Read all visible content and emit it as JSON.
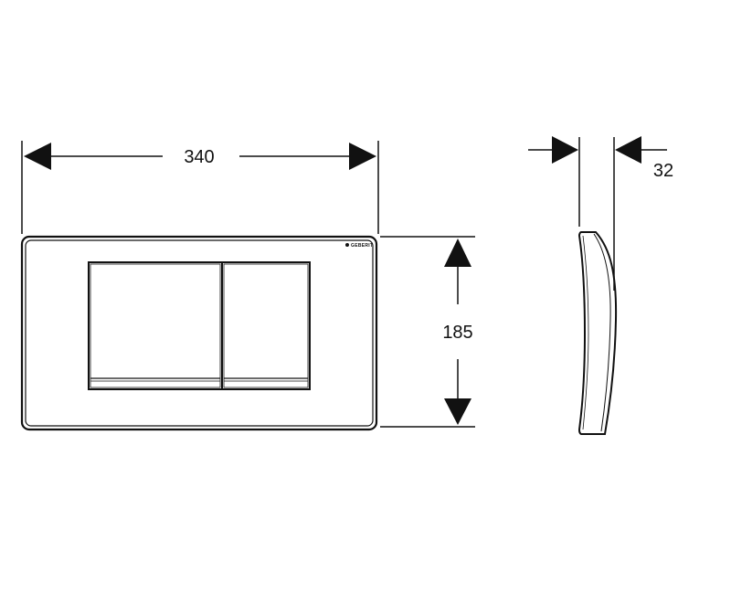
{
  "drawing": {
    "dimensions": {
      "width": "340",
      "height": "185",
      "depth": "32"
    },
    "logo": "GEBERIT",
    "colors": {
      "line": "#111111",
      "background": "#ffffff"
    }
  }
}
